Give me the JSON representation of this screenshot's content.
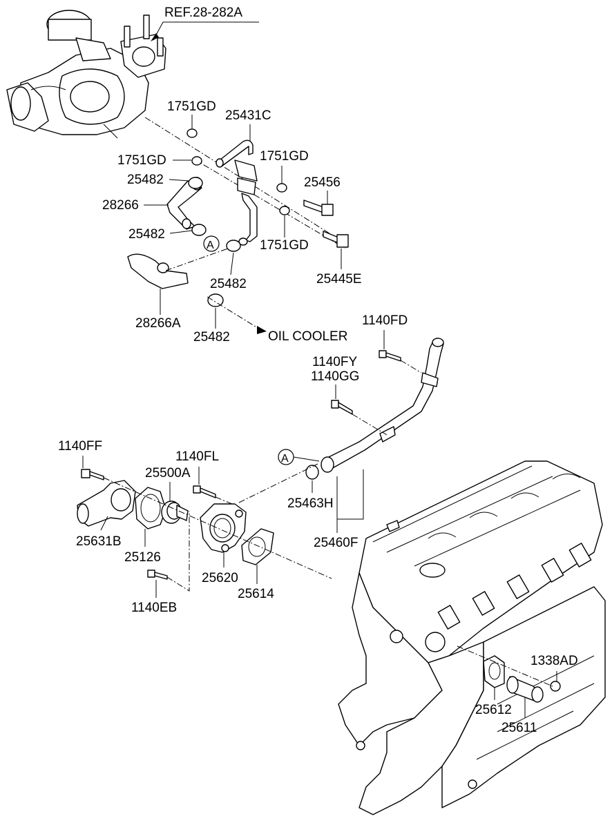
{
  "labels": {
    "ref": "REF.28-282A",
    "p1751gd_a": "1751GD",
    "p25431c": "25431C",
    "p1751gd_b": "1751GD",
    "p1751gd_c": "1751GD",
    "p25482_a": "25482",
    "p25456": "25456",
    "p28266": "28266",
    "p25482_b": "25482",
    "p1751gd_d": "1751GD",
    "p25445e": "25445E",
    "p25482_c": "25482",
    "p28266a": "28266A",
    "p25482_d": "25482",
    "oil_cooler": "OIL COOLER",
    "p1140fd": "1140FD",
    "p1140fy": "1140FY",
    "p1140gg": "1140GG",
    "p1140ff": "1140FF",
    "p1140fl": "1140FL",
    "p25500a": "25500A",
    "p25463h": "25463H",
    "p25631b": "25631B",
    "p25126": "25126",
    "p25460f": "25460F",
    "p25620": "25620",
    "p25614": "25614",
    "p1140eb": "1140EB",
    "p1338ad": "1338AD",
    "p25612": "25612",
    "p25611": "25611",
    "marker_a_top": "A",
    "marker_a_bottom": "A"
  }
}
